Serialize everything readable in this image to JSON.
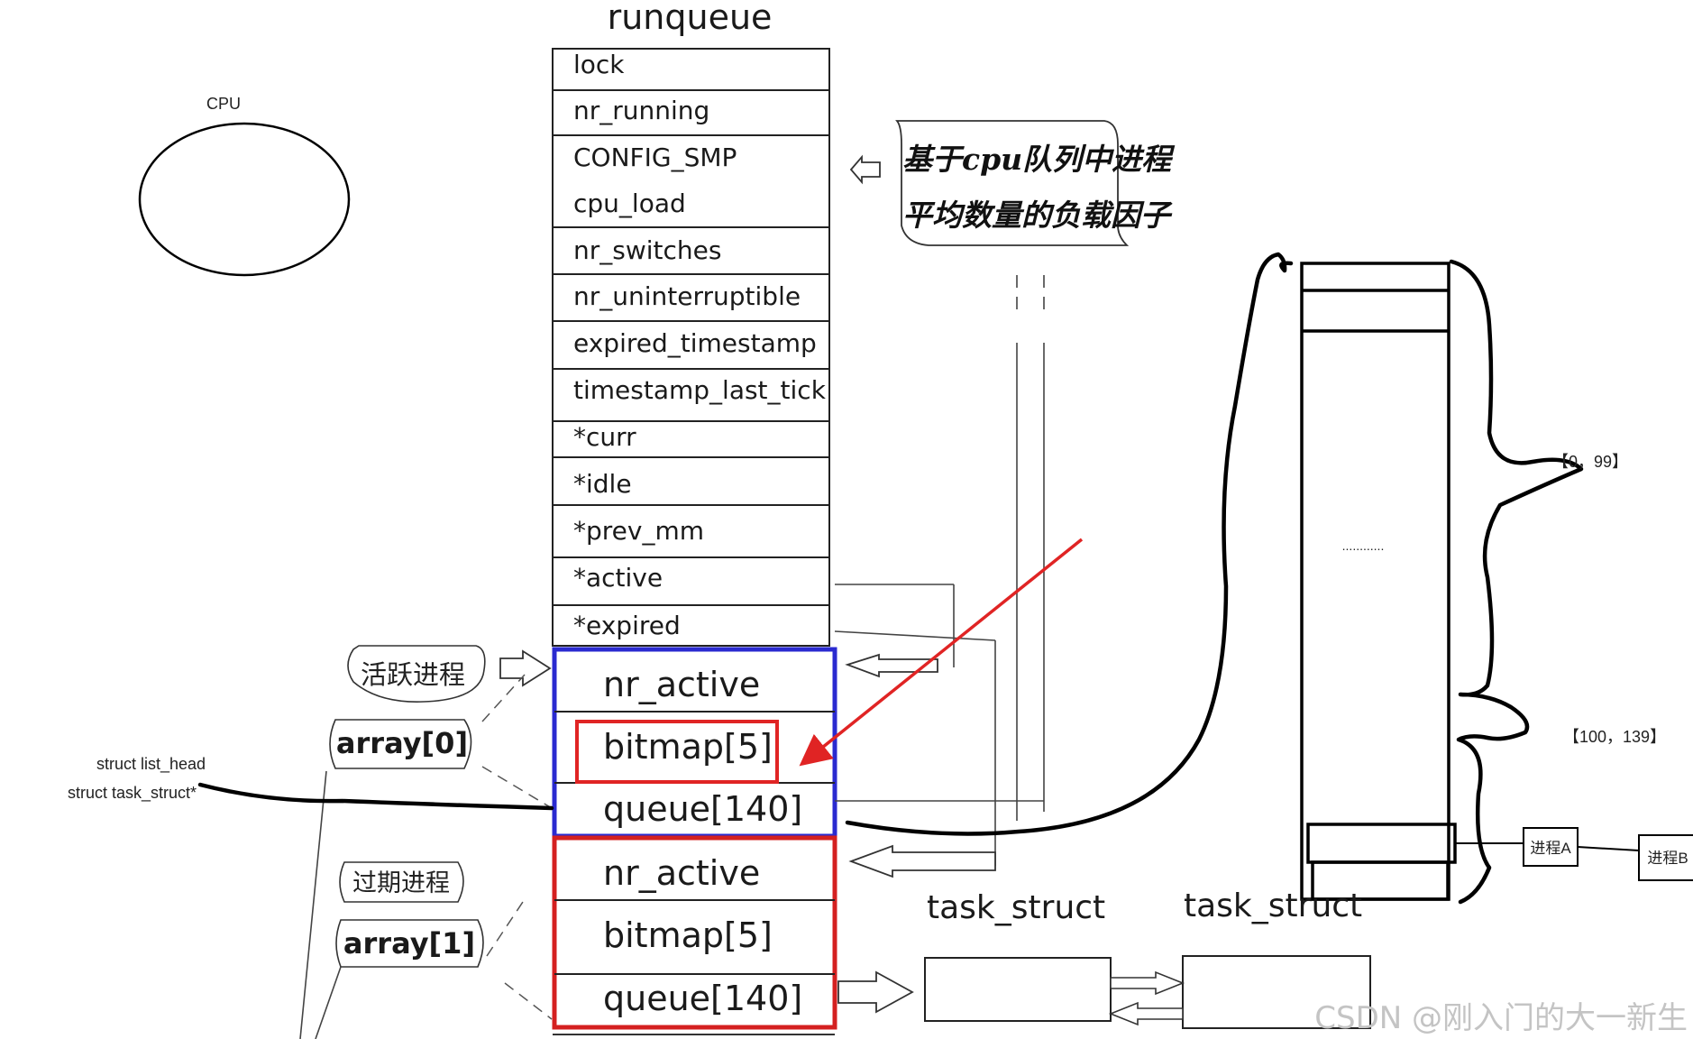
{
  "title": "runqueue",
  "cpu_label": "CPU",
  "runqueue_fields": [
    "lock",
    "nr_running",
    "CONFIG_SMP",
    "cpu_load",
    "nr_switches",
    "nr_uninterruptible",
    "expired_timestamp",
    "timestamp_last_tick",
    "*curr",
    "*idle",
    "*prev_mm",
    "*active",
    "*expired"
  ],
  "array0": {
    "label": "array[0]",
    "tag": "活跃进程",
    "fields": [
      "nr_active",
      "bitmap[5]",
      "queue[140]"
    ]
  },
  "array1": {
    "label": "array[1]",
    "tag": "过期进程",
    "fields": [
      "nr_active",
      "bitmap[5]",
      "queue[140]"
    ]
  },
  "load_note": {
    "line1": "基于cpu队列中进程",
    "line2": "平均数量的负载因子"
  },
  "list_labels": {
    "list_head": "struct list_head",
    "task_ptr": "struct task_struct*"
  },
  "task_structs": [
    "task_struct",
    "task_struct"
  ],
  "queue_ranges": {
    "realtime": "【0，99】",
    "normal": "【100，139】",
    "ellipsis": "............"
  },
  "processes": {
    "a": "进程A",
    "b": "进程B"
  },
  "watermark": "CSDN @刚入门的大一新生",
  "colors": {
    "active_border": "#2a2ad0",
    "expired_border": "#d42020",
    "highlight": "#e02424"
  }
}
